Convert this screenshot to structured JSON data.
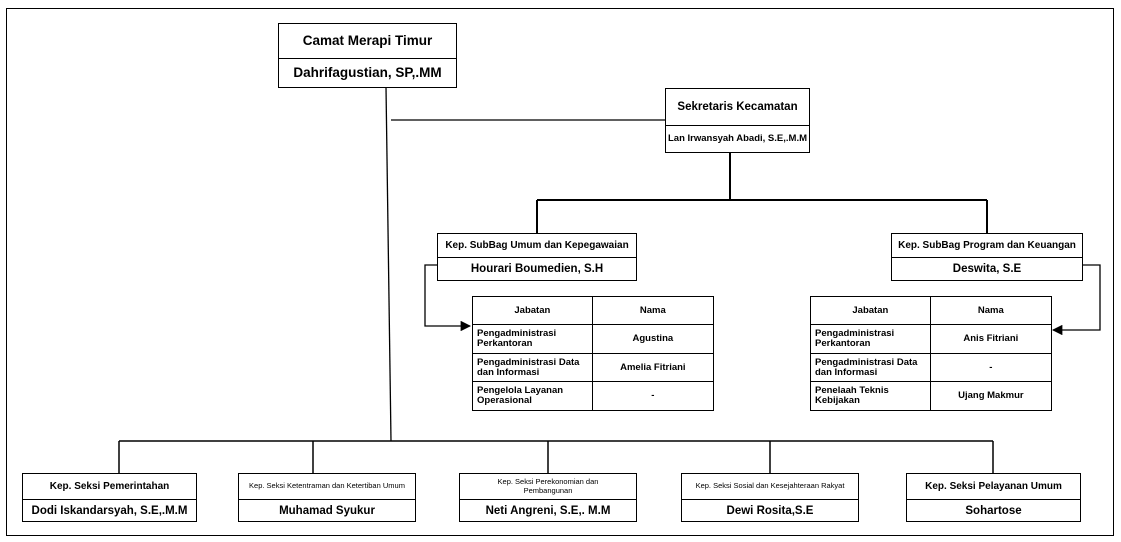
{
  "camat": {
    "title": "Camat Merapi Timur",
    "name": "Dahrifagustian, SP,.MM"
  },
  "sekretaris": {
    "title": "Sekretaris Kecamatan",
    "name": "Lan Irwansyah Abadi, S.E,.M.M"
  },
  "subbag_umum": {
    "title": "Kep. SubBag Umum dan Kepegawaian",
    "name": "Hourari Boumedien, S.H"
  },
  "subbag_program": {
    "title": "Kep. SubBag Program dan Keuangan",
    "name": "Deswita, S.E"
  },
  "table_umum": {
    "headers": [
      "Jabatan",
      "Nama"
    ],
    "rows": [
      {
        "jabatan": "Pengadministrasi Perkantoran",
        "nama": "Agustina"
      },
      {
        "jabatan": "Pengadministrasi  Data dan Informasi",
        "nama": "Amelia Fitriani"
      },
      {
        "jabatan": "Pengelola Layanan Operasional",
        "nama": "-"
      }
    ]
  },
  "table_program": {
    "headers": [
      "Jabatan",
      "Nama"
    ],
    "rows": [
      {
        "jabatan": "Pengadministrasi Perkantoran",
        "nama": "Anis Fitriani"
      },
      {
        "jabatan": "Pengadministrasi  Data dan Informasi",
        "nama": "-"
      },
      {
        "jabatan": "Penelaah Teknis Kebijakan",
        "nama": "Ujang Makmur"
      }
    ]
  },
  "seksi": [
    {
      "title": "Kep. Seksi Pemerintahan",
      "name": "Dodi Iskandarsyah, S.E,.M.M"
    },
    {
      "title": "Kep.  Seksi Ketentraman dan Ketertiban Umum",
      "name": "Muhamad Syukur"
    },
    {
      "title": "Kep.  Seksi Perekonomian dan Pembangunan",
      "name": "Neti Angreni, S.E,. M.M"
    },
    {
      "title": "Kep.  Seksi  Sosial dan Kesejahteraan Rakyat",
      "name": "Dewi Rosita,S.E"
    },
    {
      "title": "Kep.  Seksi Pelayanan Umum",
      "name": "Sohartose"
    }
  ]
}
